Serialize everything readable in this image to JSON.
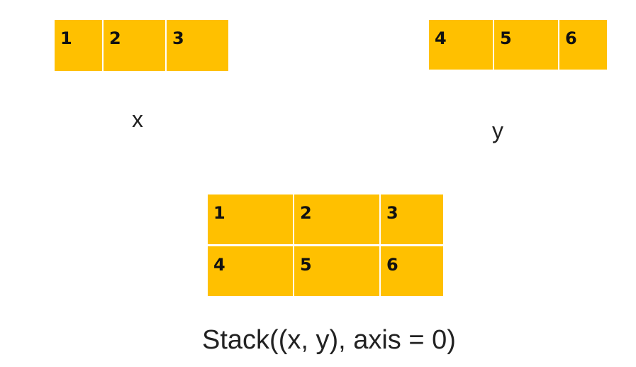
{
  "x": {
    "label": "x",
    "cells": [
      "1",
      "2",
      "3"
    ]
  },
  "y": {
    "label": "y",
    "cells": [
      "4",
      "5",
      "6"
    ]
  },
  "stacked": {
    "rows": [
      [
        "1",
        "2",
        "3"
      ],
      [
        "4",
        "5",
        "6"
      ]
    ]
  },
  "caption": "Stack((x, y), axis = 0)",
  "colors": {
    "cell_fill": "#ffc000",
    "text": "#222222"
  }
}
